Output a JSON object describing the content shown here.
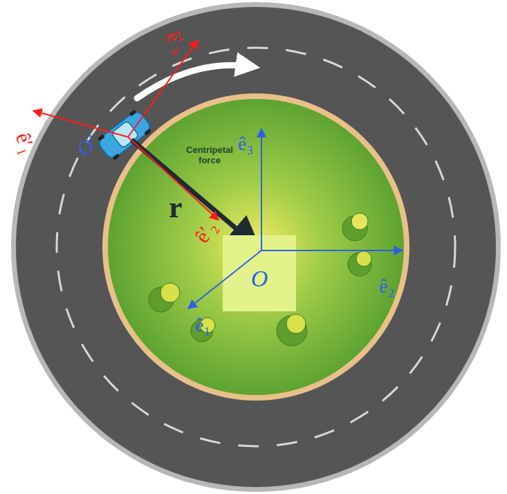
{
  "diagram": {
    "nodes": [
      {
        "text": [
          "O"
        ]
      }
    ],
    "labels": [
      "ê′₃",
      "ê′₁",
      "ê′₂",
      "O′",
      "ê₃",
      "ê₂",
      "ê₁",
      "Centripetal force",
      "r"
    ]
  }
}
